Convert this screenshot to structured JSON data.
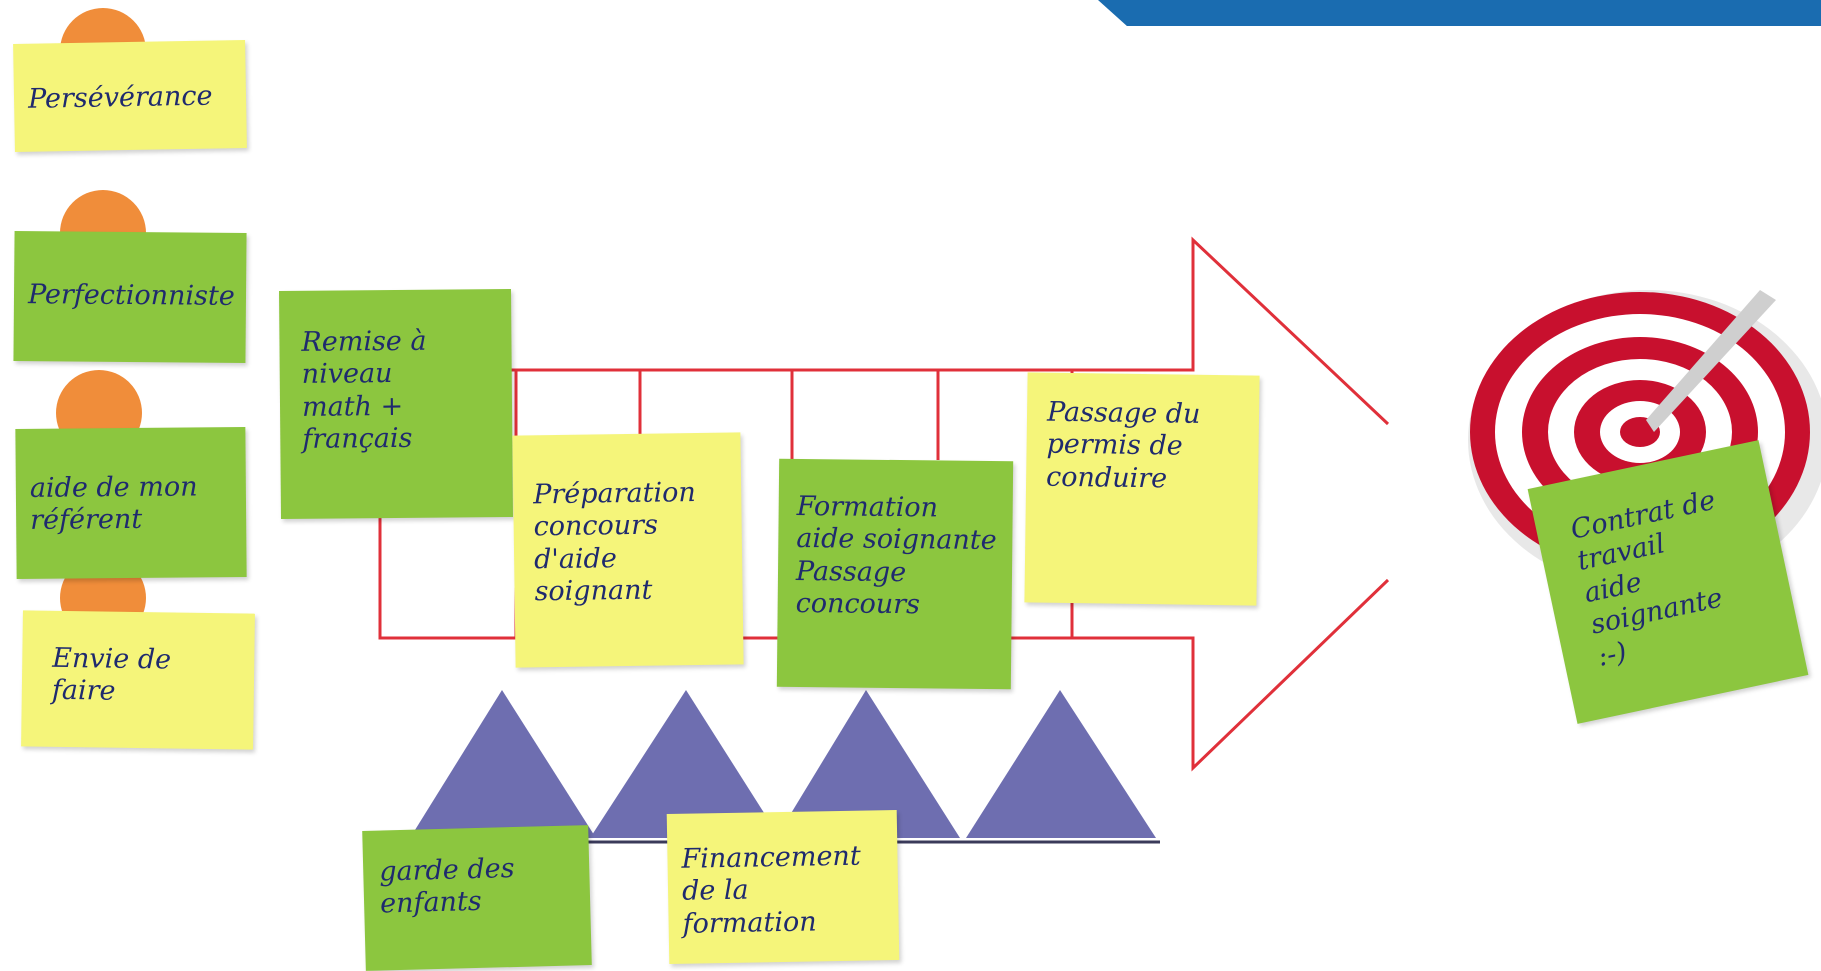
{
  "colors": {
    "banner": "#1a6cb0",
    "sticky_yellow": "#f5f57a",
    "sticky_green": "#8cc63f",
    "circle_orange": "#f08d3a",
    "arrow_red": "#e0303a",
    "triangle_purple": "#6e6eb0",
    "target_red": "#c8102e"
  },
  "notes": {
    "perseverance": "Persévérance",
    "perfectionniste": "Perfectionniste",
    "aide_referent": "aide de mon\nréférent",
    "envie": "Envie de\nfaire",
    "remise": "Remise à\nniveau\nmath + français",
    "preparation": "Préparation\nconcours\nd'aide\nsoignant",
    "formation": "Formation\naide soignante\nPassage\nconcours",
    "permis": "Passage du\npermis de\nconduire",
    "garde": "garde des\nenfants",
    "financement": "Financement\nde la formation",
    "contrat": "Contrat de\ntravail\naide soignante\n:-)"
  }
}
